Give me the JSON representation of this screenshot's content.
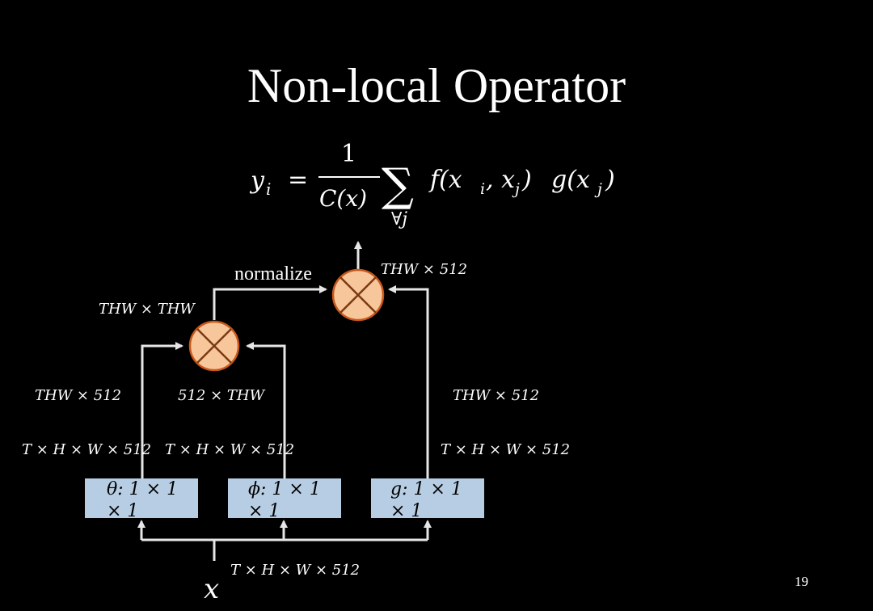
{
  "slide": {
    "title": "Non-local Operator",
    "page_number": "19"
  },
  "formula": {
    "lhs": "y",
    "lhs_sub": "i",
    "equals": "=",
    "numerator": "1",
    "denominator": "C(x)",
    "sum_symbol": "∑",
    "sum_index": "∀j",
    "pairwise": "f(x",
    "pairwise_sub1": "i",
    "pairwise_mid": ", x",
    "pairwise_sub2": "j",
    "pairwise_close": ")",
    "unary": "g(x",
    "unary_sub": "j",
    "unary_close": ")"
  },
  "diagram": {
    "input_label": "x",
    "input_dims": "T × H × W × 512",
    "normalize_label": "normalize",
    "boxes": [
      {
        "label_line1": "θ: 1 × 1",
        "label_line2": "× 1",
        "fill": "#b7cde3"
      },
      {
        "label_line1": "ϕ: 1 × 1",
        "label_line2": "× 1",
        "fill": "#b7cde3"
      },
      {
        "label_line1": "g: 1 × 1",
        "label_line2": "× 1",
        "fill": "#b7cde3"
      }
    ],
    "box_output_dims": [
      "T × H × W × 512",
      "T × H × W × 512",
      "T × H × W × 512"
    ],
    "reshaped_dims": [
      "THW × 512",
      "512 × THW",
      "THW × 512"
    ],
    "mult1_output_dims": "THW × THW",
    "mult2_output_dims": "THW × 512",
    "colors": {
      "multiplier_fill": "#f7c69a",
      "multiplier_stroke": "#c8571b",
      "arrow": "#e6e6e6",
      "box_fill": "#b7cde3"
    }
  }
}
